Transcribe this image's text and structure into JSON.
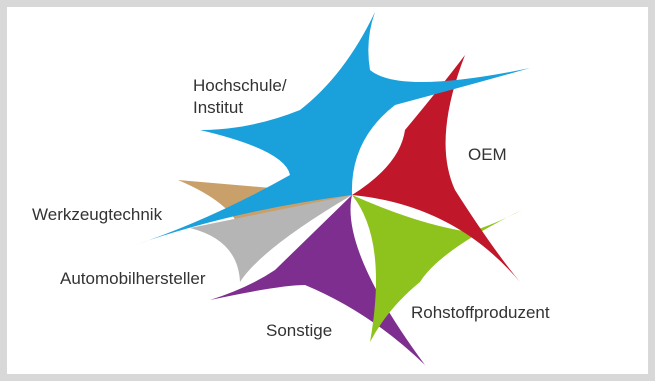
{
  "segments": [
    {
      "key": "hochschule",
      "label_lines": [
        "Hochschule/",
        "Institut"
      ],
      "color": "#1aa1dc"
    },
    {
      "key": "oem",
      "label_lines": [
        "OEM"
      ],
      "color": "#c0182a"
    },
    {
      "key": "rohstoff",
      "label_lines": [
        "Rohstoffproduzent"
      ],
      "color": "#8ec21c"
    },
    {
      "key": "sonstige",
      "label_lines": [
        "Sonstige"
      ],
      "color": "#7e2e8e"
    },
    {
      "key": "automobil",
      "label_lines": [
        "Automobilhersteller"
      ],
      "color": "#b5b5b5"
    },
    {
      "key": "werkzeug",
      "label_lines": [
        "Werkzeugtechnik"
      ],
      "color": "#c9a06a"
    }
  ]
}
